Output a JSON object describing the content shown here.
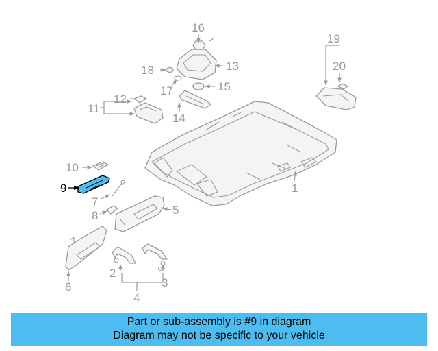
{
  "diagram": {
    "callouts": [
      "1",
      "2",
      "3",
      "4",
      "5",
      "6",
      "7",
      "8",
      "9",
      "10",
      "11",
      "12",
      "13",
      "14",
      "15",
      "16",
      "17",
      "18",
      "19",
      "20"
    ],
    "highlighted_callout": "9",
    "colors": {
      "line": "#9a9a9a",
      "highlight_part": "#4dbcf0",
      "banner": "#4dbcf0"
    }
  },
  "banner": {
    "line1": "Part or sub-assembly is #9 in diagram",
    "line2": "Diagram may not be specific to your vehicle"
  }
}
